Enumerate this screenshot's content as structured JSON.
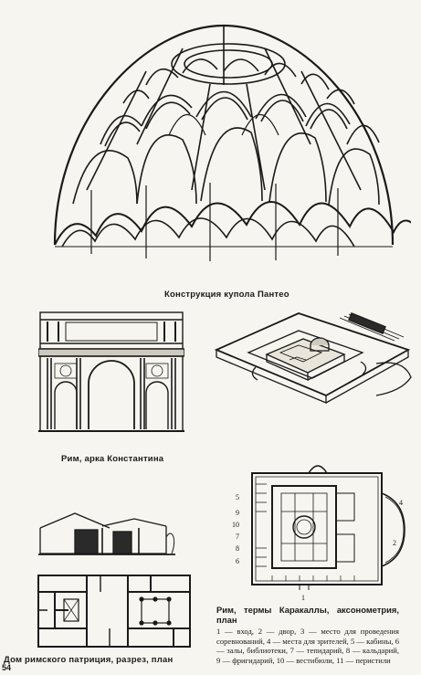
{
  "captions": {
    "pantheon": "Конструкция купола Пантео",
    "arch": "Рим, арка Константина",
    "house": "Дом римского патриция, разрез, план",
    "caracalla_title": "Рим, термы Каракаллы, аксонометрия, план",
    "caracalla_legend": "1 — вход, 2 — двор, 3 — место для проведения соревнований, 4 — места для зрителей, 5 — кабины, 6 — залы, библиотеки, 7 — тепидарий, 8 — кальдарий, 9 — фригидарий, 10 — вестибюли, 11 — перистили"
  },
  "plan_numbers": [
    "5",
    "9",
    "10",
    "4",
    "7",
    "8",
    "2",
    "1",
    "6"
  ],
  "page_number": "54"
}
